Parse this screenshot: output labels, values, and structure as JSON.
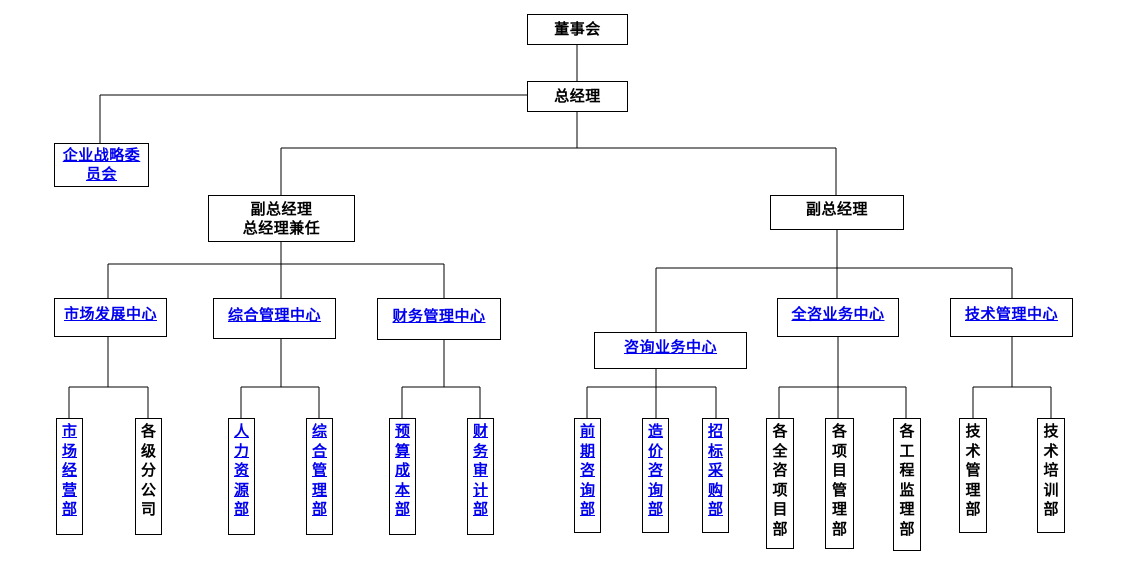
{
  "org": {
    "board": "董事会",
    "general_manager": "总经理",
    "strategy_committee": {
      "line1": "企业战略委",
      "line2": "员会"
    },
    "deputy_gm_left": {
      "line1": "副总经理",
      "line2": "总经理兼任"
    },
    "deputy_gm_right": "副总经理",
    "centers": {
      "market_dev": "市场发展中心",
      "general_mgmt": "综合管理中心",
      "finance_mgmt": "财务管理中心",
      "consulting": "咨询业务中心",
      "full_consulting": "全咨业务中心",
      "tech_mgmt": "技术管理中心"
    },
    "departments": {
      "market_ops": "市场经营部",
      "branches": "各级分公司",
      "hr": "人力资源部",
      "admin": "综合管理部",
      "budget": "预算成本部",
      "audit": "财务审计部",
      "preliminary": "前期咨询部",
      "cost": "造价咨询部",
      "bidding": "招标采购部",
      "full_consulting_projects": "各全咨项目部",
      "project_mgmt": "各项目管理部",
      "supervision": "各工程监理部",
      "tech_dept": "技术管理部",
      "training": "技术培训部"
    }
  },
  "colors": {
    "link": "#0000ee",
    "line": "#000000"
  }
}
